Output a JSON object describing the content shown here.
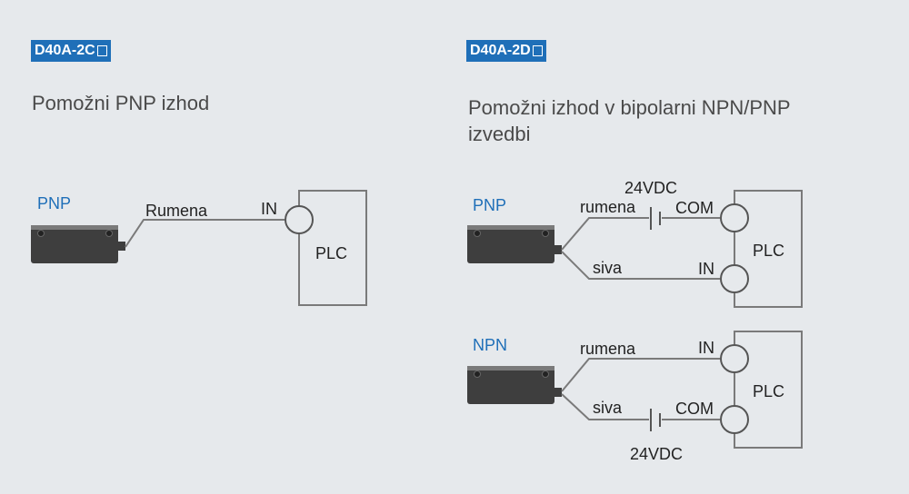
{
  "left": {
    "badge": "D40A-2C",
    "heading": "Pomožni PNP izhod",
    "sensor_label": "PNP",
    "wire_label": "Rumena",
    "in_label": "IN",
    "plc_label": "PLC"
  },
  "right": {
    "badge": "D40A-2D",
    "heading_line1": "Pomožni izhod v bipolarni NPN/PNP",
    "heading_line2": "izvedbi",
    "pnp": {
      "sensor_label": "PNP",
      "voltage": "24VDC",
      "wire1": "rumena",
      "term1": "COM",
      "wire2": "siva",
      "term2": "IN",
      "plc_label": "PLC"
    },
    "npn": {
      "sensor_label": "NPN",
      "wire1": "rumena",
      "term1": "IN",
      "wire2": "siva",
      "term2": "COM",
      "voltage": "24VDC",
      "plc_label": "PLC"
    }
  },
  "colors": {
    "accent": "#1f6fb8",
    "background": "#e6e9ec",
    "wire": "#7a7a7a",
    "sensor_body": "#3e3e3e"
  }
}
